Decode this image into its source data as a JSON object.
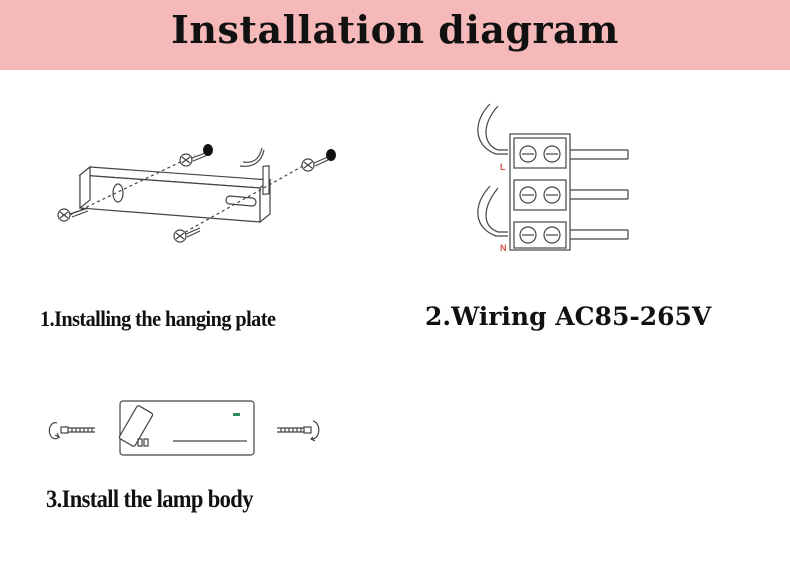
{
  "header": {
    "title": "Installation diagram",
    "background": "#f6b9b9"
  },
  "steps": [
    {
      "caption": "1.Installing the hanging plate"
    },
    {
      "caption": "2.Wiring AC85-265V",
      "terminal_labels": [
        "L",
        "N"
      ],
      "label_color": "#d9534f"
    },
    {
      "caption": "3.Install the lamp body"
    }
  ]
}
